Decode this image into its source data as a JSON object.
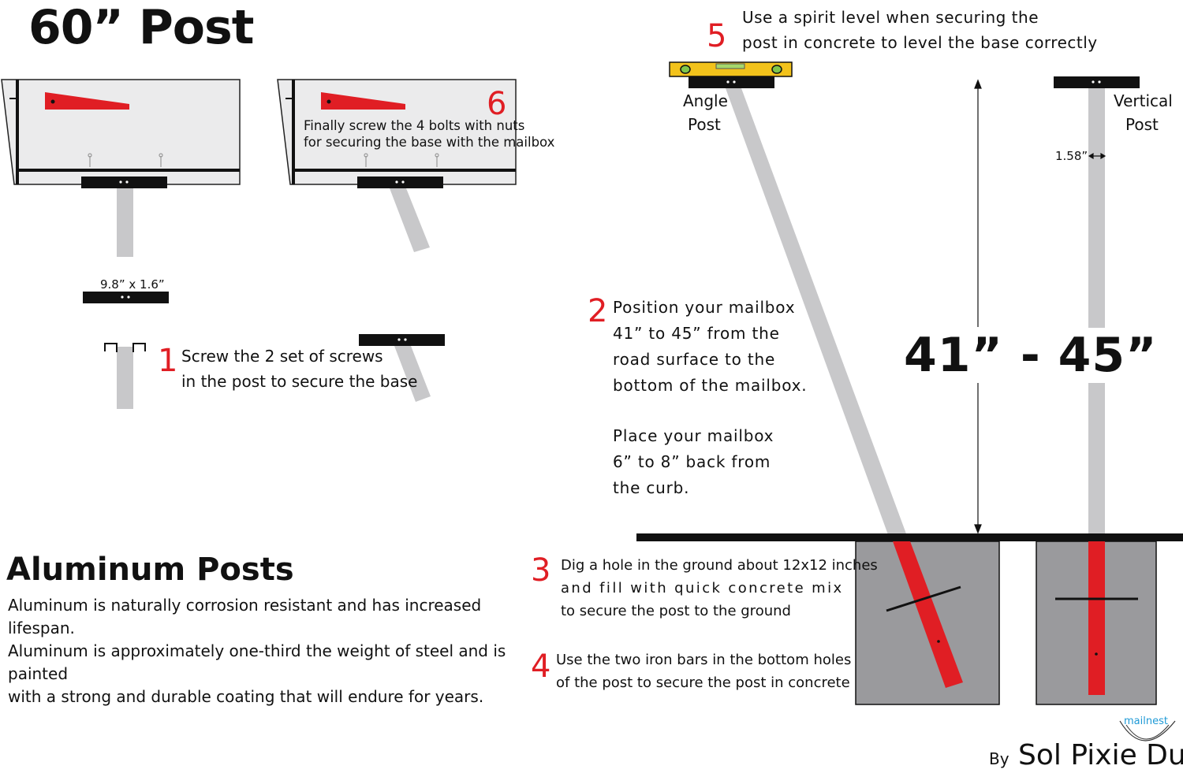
{
  "title": "60” Post",
  "steps": {
    "s1": {
      "num": "1",
      "line1": "Screw the 2 set of screws",
      "line2": "in the post to secure the base"
    },
    "s2": {
      "num": "2",
      "lines": [
        "Position your mailbox",
        "41” to 45” from the",
        "road surface to the",
        "bottom of the mailbox."
      ],
      "lines_b": [
        "Place your mailbox",
        "6” to 8” back from",
        "the curb."
      ]
    },
    "s3": {
      "num": "3",
      "lines": [
        "Dig a hole in the ground about 12x12 inches",
        "and fill with quick concrete mix",
        "to secure the post to the ground"
      ]
    },
    "s4": {
      "num": "4",
      "lines": [
        "Use the two iron bars in the bottom holes",
        "of the post to secure the post in concrete"
      ]
    },
    "s5": {
      "num": "5",
      "lines": [
        "Use a spirit level when securing the",
        "post in concrete to level the base correctly"
      ]
    },
    "s6": {
      "num": "6",
      "lines": [
        "Finally screw the 4 bolts with nuts",
        "for securing the base with the mailbox"
      ]
    }
  },
  "labels": {
    "base_dim": "9.8” x 1.6”",
    "post_width": "1.58”",
    "angle_post": [
      "Angle",
      "Post"
    ],
    "vertical_post": [
      "Vertical",
      "Post"
    ],
    "height_range": "41” - 45”"
  },
  "aluminum": {
    "heading": "Aluminum Posts",
    "lines": [
      "Aluminum is naturally corrosion resistant and has increased lifespan.",
      "Aluminum is approximately one-third the weight of steel and is painted",
      "with a strong and durable coating that will endure for years."
    ]
  },
  "byline": {
    "by": "By",
    "name": "Sol Pixie Dust",
    "brand": "mailnest"
  },
  "colors": {
    "red": "#e01e24",
    "post_gray": "#c8c8ca",
    "concrete_gray": "#9a9a9d",
    "panel_gray": "#ebebec",
    "level_yellow": "#f2c21b"
  }
}
